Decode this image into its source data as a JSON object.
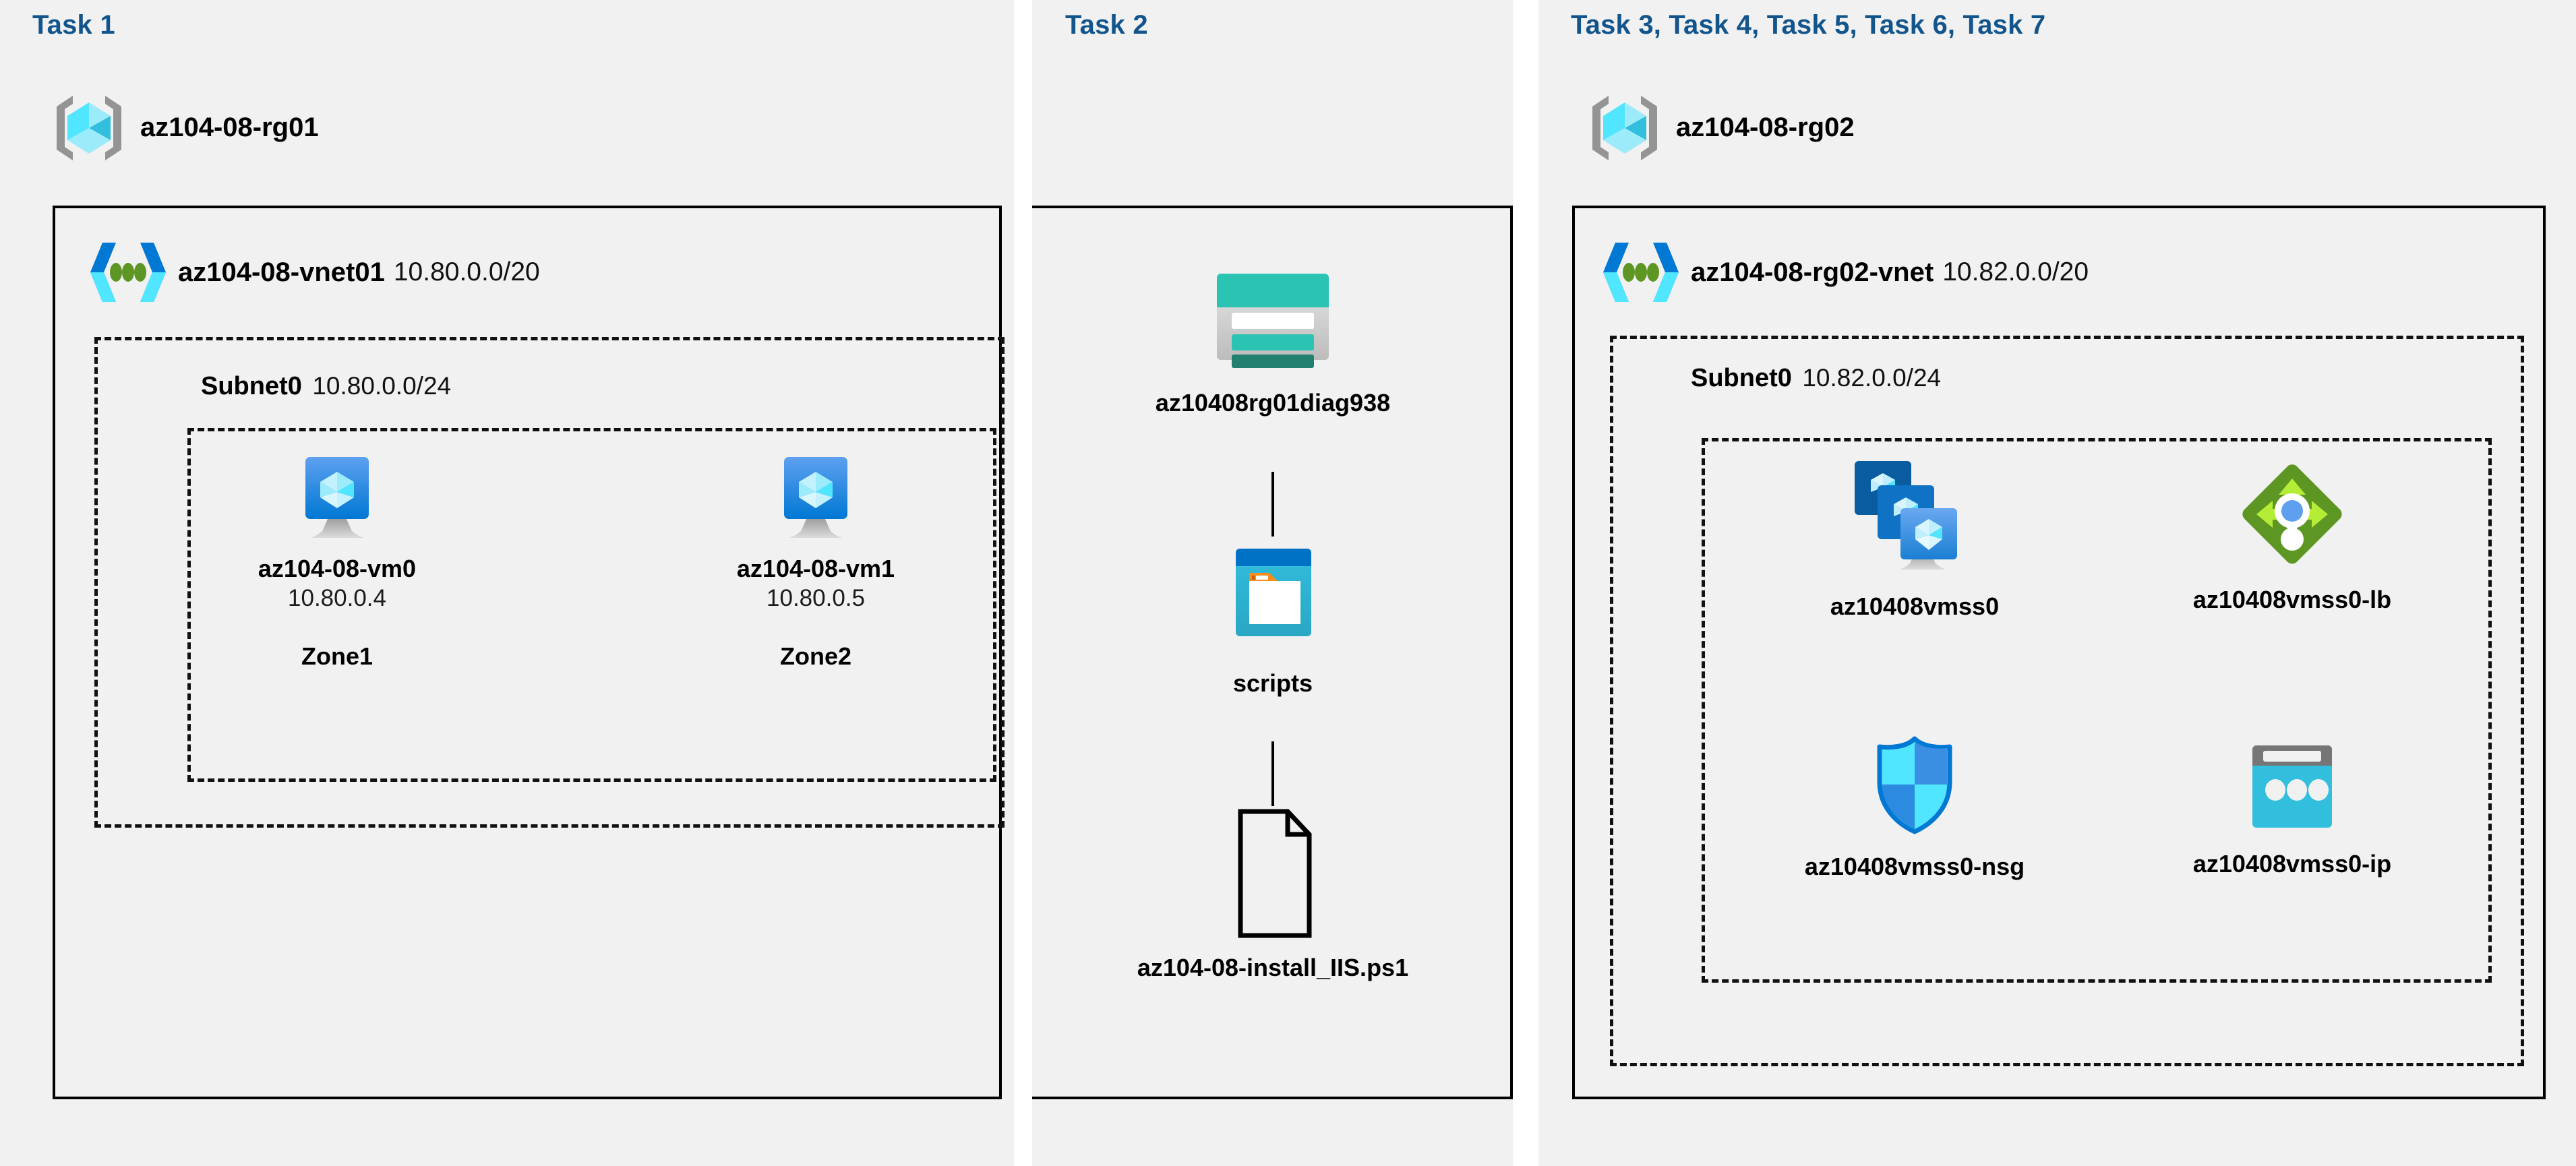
{
  "diagram": {
    "title": "Azure AZ-104 Lab 08 architecture",
    "accent_task_color": "#12558c",
    "panel_bg": "#f1f1f1",
    "page_bg": "#ffffff"
  },
  "panels": [
    {
      "id": "task1",
      "task_label": "Task 1"
    },
    {
      "id": "task2",
      "task_label": "Task 2"
    },
    {
      "id": "task3to7",
      "task_label": "Task 3, Task 4, Task 5, Task 6, Task 7"
    }
  ],
  "resource_groups": [
    {
      "id": "rg01",
      "name": "az104-08-rg01",
      "icon": "resource-group-icon"
    },
    {
      "id": "rg02",
      "name": "az104-08-rg02",
      "icon": "resource-group-icon"
    }
  ],
  "vnets": [
    {
      "id": "vnet01",
      "name": "az104-08-vnet01",
      "cidr": "10.80.0.0/20",
      "icon": "virtual-network-icon",
      "subnet": {
        "name": "Subnet0",
        "cidr": "10.80.0.0/24"
      }
    },
    {
      "id": "rg02vnet",
      "name": "az104-08-rg02-vnet",
      "cidr": "10.82.0.0/20",
      "icon": "virtual-network-icon",
      "subnet": {
        "name": "Subnet0",
        "cidr": "10.82.0.0/24"
      }
    }
  ],
  "virtual_machines": [
    {
      "name": "az104-08-vm0",
      "ip": "10.80.0.4",
      "zone": "Zone1",
      "icon": "virtual-machine-icon"
    },
    {
      "name": "az104-08-vm1",
      "ip": "10.80.0.5",
      "zone": "Zone2",
      "icon": "virtual-machine-icon"
    }
  ],
  "storage_chain": [
    {
      "name": "az10408rg01diag938",
      "icon": "storage-account-icon"
    },
    {
      "name": "scripts",
      "icon": "blob-container-icon"
    },
    {
      "name": "az104-08-install_IIS.ps1",
      "icon": "file-icon"
    }
  ],
  "rg02_resources": [
    {
      "name": "az10408vmss0",
      "icon": "vm-scale-set-icon"
    },
    {
      "name": "az10408vmss0-lb",
      "icon": "load-balancer-icon"
    },
    {
      "name": "az10408vmss0-nsg",
      "icon": "network-security-group-icon"
    },
    {
      "name": "az10408vmss0-ip",
      "icon": "public-ip-address-icon"
    }
  ],
  "colors": {
    "task_blue": "#12558c",
    "azure_cube_light": "#9cebfb",
    "azure_cube_mid": "#50e6ff",
    "azure_cube_dark": "#32bedd",
    "rg_bracket_gray": "#949494",
    "vnet_blue": "#0078d4",
    "vnet_cyan": "#50e6ff",
    "vnet_green_dot": "#5e9624",
    "vm_blue_top": "#5ea0ef",
    "vm_blue_bottom": "#0078d4",
    "vm_stand_gray": "#c8c8c8",
    "storage_teal": "#2bc3b2",
    "storage_teal_dark": "#22806e",
    "storage_gray": "#c8c8c8",
    "blob_header_blue": "#0072c6",
    "blob_body_cyan": "#32bedd",
    "blob_tab_orange": "#f78d1e",
    "lb_green_dark": "#5e9624",
    "lb_green_light": "#b4ec36",
    "lb_dot_blue": "#5ea0ef",
    "nsg_cyan": "#50e6ff",
    "nsg_blue": "#3b8fe3",
    "nsg_outline": "#0078d4",
    "ip_gray": "#767676",
    "ip_cyan": "#32bedd",
    "line_black": "#000000"
  }
}
